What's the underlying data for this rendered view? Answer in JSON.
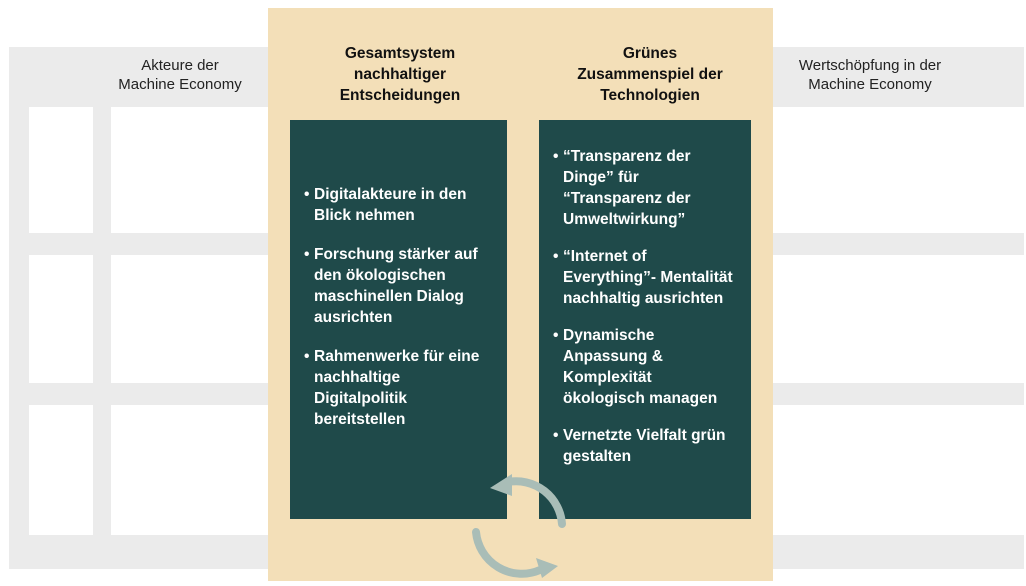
{
  "headers": {
    "left": [
      "Akteure der",
      "Machine Economy"
    ],
    "center_left": [
      "Gesamtsystem",
      "nachhaltiger",
      "Entscheidungen"
    ],
    "center_right": [
      "Grünes",
      "Zusammenspiel der",
      "Technologien"
    ],
    "right": [
      "Wertschöpfung in der",
      "Machine Economy"
    ]
  },
  "left_card": {
    "items": [
      "Digitalakteure in den Blick nehmen",
      "Forschung stärker auf den ökologischen maschinellen Dialog ausrichten",
      "Rahmenwerke für eine nachhaltige Digitalpolitik bereitstellen"
    ]
  },
  "right_card": {
    "items": [
      "“Transparenz der Dinge” für “Transparenz der Umweltwirkung”",
      "“Internet of Everything”- Mentalität nachhaltig ausrichten",
      "Dynamische Anpassung & Komplexität ökologisch managen",
      "Vernetzte Vielfalt grün gestalten"
    ]
  },
  "icons": {
    "cycle": "cycle-arrows-icon"
  },
  "colors": {
    "card": "#1f4a4a",
    "center": "#f3dfb8",
    "band": "#ebebeb",
    "cycle": "#a9bdb7"
  }
}
